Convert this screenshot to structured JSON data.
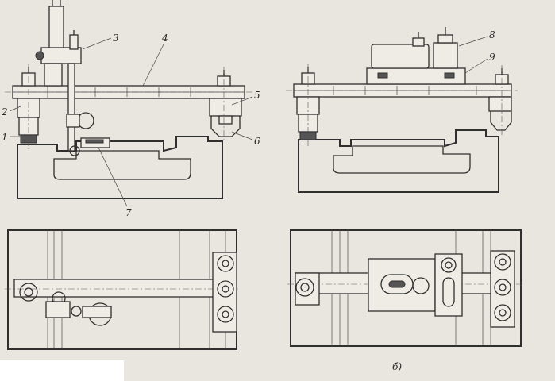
{
  "callouts": {
    "c1": "1",
    "c2": "2",
    "c3": "3",
    "c4": "4",
    "c5": "5",
    "c6": "6",
    "c7": "7",
    "c8": "8",
    "c9": "9"
  },
  "sublabels": {
    "b": "б)"
  }
}
